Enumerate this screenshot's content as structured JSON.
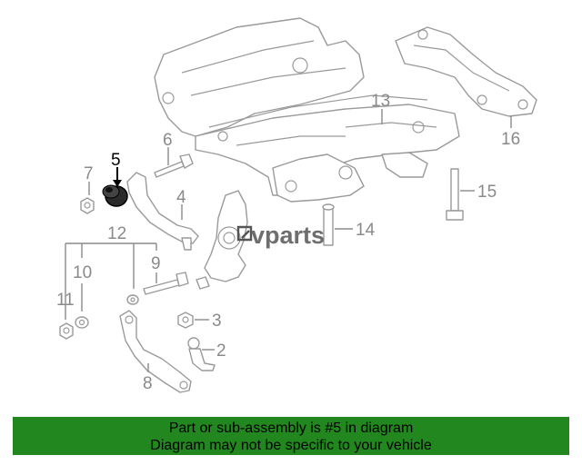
{
  "callouts": {
    "c2": "2",
    "c3": "3",
    "c4": "4",
    "c5": "5",
    "c6": "6",
    "c7": "7",
    "c8": "8",
    "c9": "9",
    "c10": "10",
    "c11": "11",
    "c12": "12",
    "c13": "13",
    "c14": "14",
    "c15": "15",
    "c16": "16"
  },
  "watermark": "vparts",
  "banner": {
    "line1": "Part or sub-assembly is #5 in diagram",
    "line2": "Diagram may not be specific to your vehicle"
  },
  "colors": {
    "banner_bg": "#23871f",
    "highlight_part": "#000000",
    "line_art": "#9a9a9a"
  },
  "highlighted_part": "5"
}
